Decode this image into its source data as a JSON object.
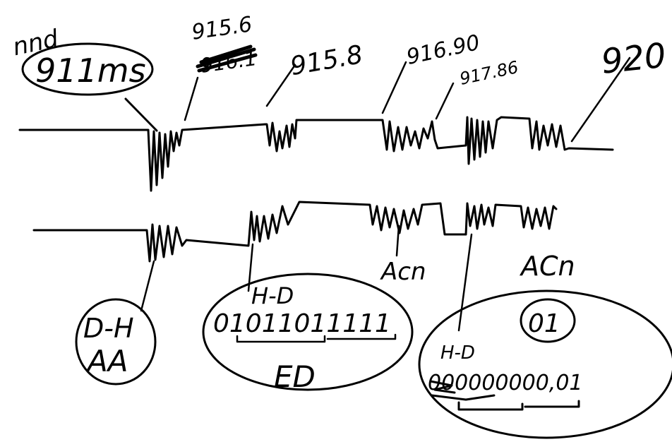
{
  "header": {
    "word": "nnd",
    "time_ms": "911ms"
  },
  "top_signal": {
    "timestamps": {
      "t1_corrected": "915.6",
      "t1_struck": "916.1",
      "t2": "915.8",
      "t3": "916.90",
      "t4": "917.86",
      "t5": "920"
    }
  },
  "bottom_signal": {
    "ack_labels": [
      "Acn",
      "ACn"
    ]
  },
  "groups": {
    "aa": {
      "line1": "D-H",
      "line2": "AA"
    },
    "ed": {
      "header": "H-D",
      "bits": "01011011111",
      "label": "ED"
    },
    "ack": {
      "label": "01",
      "header": "H-D",
      "bits": "000000000,01"
    }
  },
  "colors": {
    "ink": "#000000",
    "background": "#ffffff"
  }
}
